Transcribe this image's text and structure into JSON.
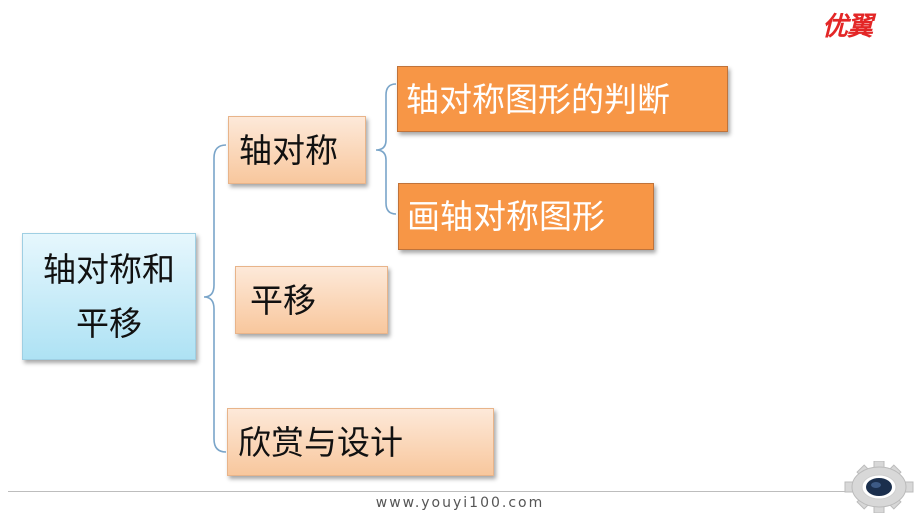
{
  "brand": {
    "logo_text": "优翼",
    "url": "www.youyi100.com"
  },
  "root": {
    "line1": "轴对称和",
    "line2": "平移"
  },
  "branches": [
    {
      "label": "轴对称",
      "children": [
        {
          "label": "轴对称图形的判断"
        },
        {
          "label": "画轴对称图形"
        }
      ]
    },
    {
      "label": "平移"
    },
    {
      "label": "欣赏与设计"
    }
  ],
  "colors": {
    "root_fill": "#aee2f4",
    "branch_fill": "#f8c79d",
    "leaf_fill": "#f79646",
    "brace": "#7aa5c9",
    "logo": "#e32626"
  },
  "icons": [
    "gear-icon"
  ]
}
